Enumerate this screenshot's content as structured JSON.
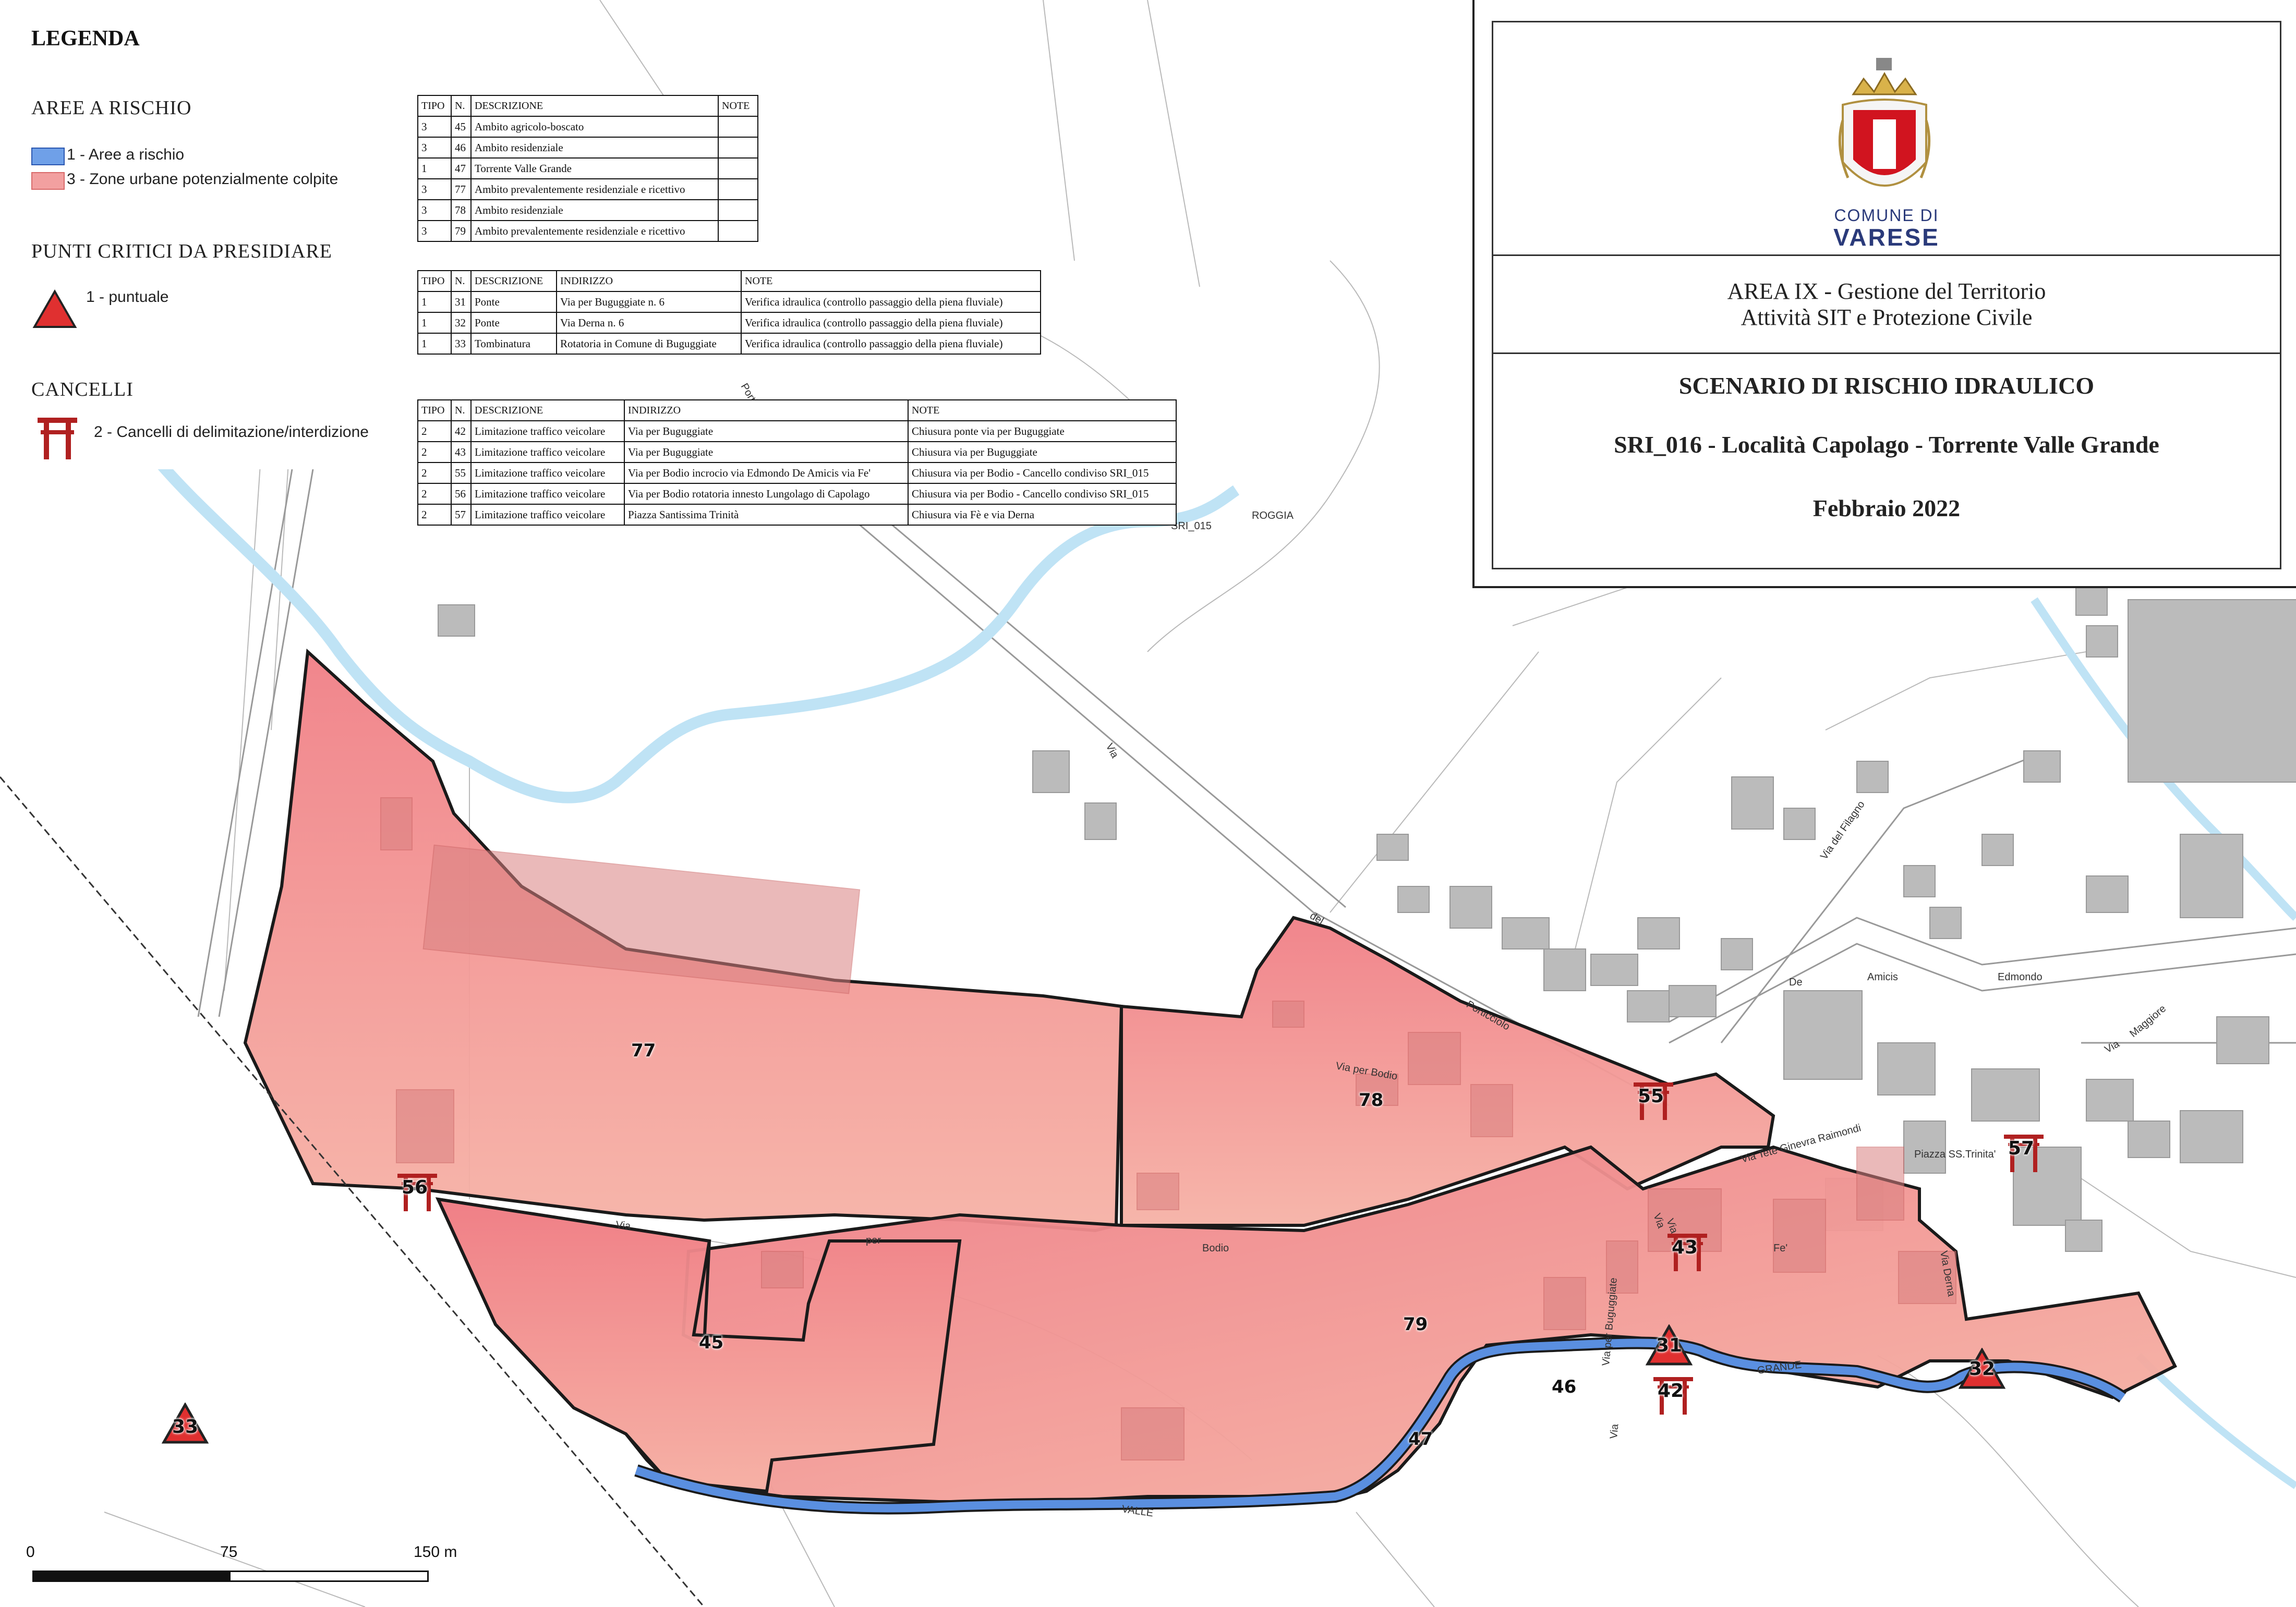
{
  "legend": {
    "title": "LEGENDA",
    "aree_heading": "AREE A RISCHIO",
    "aree_items": [
      {
        "label": "1 - Aree a rischio",
        "color": "#6fa0e8"
      },
      {
        "label": "3 - Zone urbane potenzialmente colpite",
        "color": "#f2a0a0"
      }
    ],
    "punti_heading": "PUNTI CRITICI DA PRESIDIARE",
    "punti_item": "1 - puntuale",
    "cancelli_heading": "CANCELLI",
    "cancelli_item": "2 - Cancelli di delimitazione/interdizione"
  },
  "table_aree": {
    "headers": [
      "TIPO",
      "N.",
      "DESCRIZIONE",
      "NOTE"
    ],
    "rows": [
      [
        "3",
        "45",
        "Ambito agricolo-boscato",
        ""
      ],
      [
        "3",
        "46",
        "Ambito residenziale",
        ""
      ],
      [
        "1",
        "47",
        "Torrente Valle Grande",
        ""
      ],
      [
        "3",
        "77",
        "Ambito prevalentemente  residenziale e ricettivo",
        ""
      ],
      [
        "3",
        "78",
        "Ambito residenziale",
        ""
      ],
      [
        "3",
        "79",
        "Ambito prevalentemente  residenziale e ricettivo",
        ""
      ]
    ]
  },
  "table_punti": {
    "headers": [
      "TIPO",
      "N.",
      "DESCRIZIONE",
      "INDIRIZZO",
      "NOTE"
    ],
    "rows": [
      [
        "1",
        "31",
        "Ponte",
        "Via per Buguggiate n. 6",
        "Verifica idraulica (controllo passaggio della piena fluviale)"
      ],
      [
        "1",
        "32",
        "Ponte",
        "Via Derna n. 6",
        "Verifica idraulica (controllo passaggio della piena fluviale)"
      ],
      [
        "1",
        "33",
        "Tombinatura",
        "Rotatoria in Comune di Buguggiate",
        "Verifica idraulica (controllo passaggio della piena fluviale)"
      ]
    ]
  },
  "table_cancelli": {
    "headers": [
      "TIPO",
      "N.",
      "DESCRIZIONE",
      "INDIRIZZO",
      "NOTE"
    ],
    "rows": [
      [
        "2",
        "42",
        "Limitazione traffico veicolare",
        "Via per Buguggiate",
        "Chiusura ponte via per Buguggiate"
      ],
      [
        "2",
        "43",
        "Limitazione traffico veicolare",
        "Via per Buguggiate",
        "Chiusura via per Buguggiate"
      ],
      [
        "2",
        "55",
        "Limitazione traffico veicolare",
        "Via per Bodio incrocio via Edmondo De Amicis via Fe'",
        "Chiusura via per Bodio - Cancello condiviso SRI_015"
      ],
      [
        "2",
        "56",
        "Limitazione traffico veicolare",
        "Via per Bodio rotatoria innesto Lungolago di Capolago",
        "Chiusura via per Bodio - Cancello condiviso SRI_015"
      ],
      [
        "2",
        "57",
        "Limitazione traffico veicolare",
        "Piazza Santissima Trinità",
        "Chiusura via Fè e via Derna"
      ]
    ]
  },
  "title_block": {
    "comune_line1": "COMUNE DI",
    "comune_line2": "VARESE",
    "area_line1": "AREA IX - Gestione del Territorio",
    "area_line2": "Attività SIT e Protezione Civile",
    "scenario": "SCENARIO DI RISCHIO IDRAULICO",
    "subtitle": "SRI_016 - Località Capolago - Torrente Valle Grande",
    "date": "Febbraio 2022"
  },
  "map": {
    "zones": [
      "77",
      "78",
      "79",
      "45",
      "46",
      "47"
    ],
    "points": [
      "31",
      "32",
      "33"
    ],
    "gates": [
      "55",
      "56",
      "57",
      "43",
      "42"
    ],
    "streets": [
      "Porticciolo",
      "Via",
      "SRI_015",
      "ROGGIA",
      "del",
      "Via per Bodio",
      "Porticciolo",
      "Via del Filagno",
      "De",
      "Amicis",
      "Edmondo",
      "Via",
      "Maggiore",
      "Via Tete Ginevra Raimondi",
      "Piazza SS.Trinita'",
      "Via",
      "Fe'",
      "Via Derna",
      "Via",
      "per",
      "Bodio",
      "Via per Buguggiate",
      "GRANDE",
      "VALLE",
      "Via",
      "Via"
    ]
  },
  "scalebar": {
    "labels": [
      "0",
      "75",
      "150 m"
    ]
  },
  "colors": {
    "zone_fill": "#f08a8a",
    "river_fill": "#5a8fe0",
    "stream_light": "#bfe3f5",
    "marker_red": "#e03030"
  }
}
